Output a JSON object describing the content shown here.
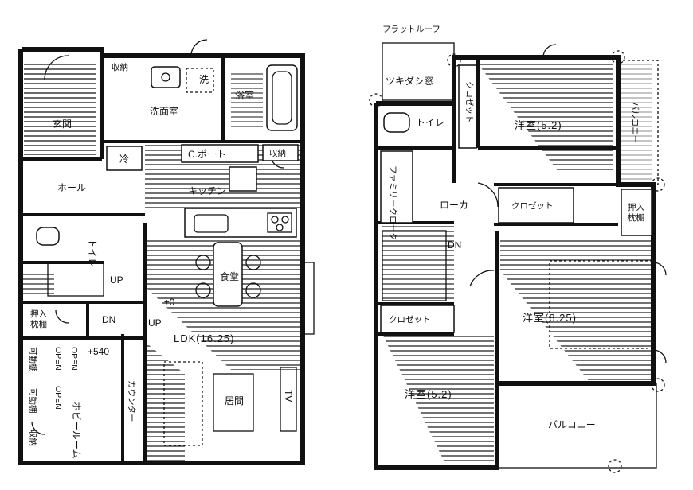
{
  "floor1": {
    "rooms": {
      "genkan": "玄関",
      "shuno1": "収納",
      "sen": "洗",
      "senmenjo": "洗面室",
      "yokushitsu": "浴室",
      "rei": "冷",
      "c_pot": "C.ポート",
      "shuno2": "収納",
      "hall": "ホール",
      "kitchen": "キッチン",
      "toilet": "トイレ",
      "up1": "UP",
      "shokudo": "食堂",
      "pm0": "±0",
      "oshiire": "押入\n枕棚",
      "dn": "DN",
      "up2": "UP",
      "ldk": "LDK(16.25)",
      "plus540": "+540",
      "kadou1": "可動棚",
      "open1": "OPEN",
      "open2": "OPEN",
      "open3": "OPEN",
      "kadou2": "可動棚",
      "hobby": "ホビールーム",
      "counter": "カウンター",
      "ima": "居間",
      "tv": "TV",
      "shuno3": "収納"
    }
  },
  "floor2": {
    "rooms": {
      "flat_roof": "フラットルーフ",
      "tsukidashi": "ツキダシ窓",
      "toilet": "トイレ",
      "closet1": "クロゼット",
      "yoshitsu1": "洋室(5.2)",
      "balcony1": "バルコニー",
      "family_cl": "ファミリークローク",
      "roka": "ローカ",
      "closet2": "クロゼット",
      "oshiire": "押入\n枕棚",
      "dn": "DN",
      "yoshitsu2": "洋室(8.25)",
      "closet3": "クロゼット",
      "yoshitsu3": "洋室(5.2)",
      "balcony2": "バルコニー"
    }
  }
}
